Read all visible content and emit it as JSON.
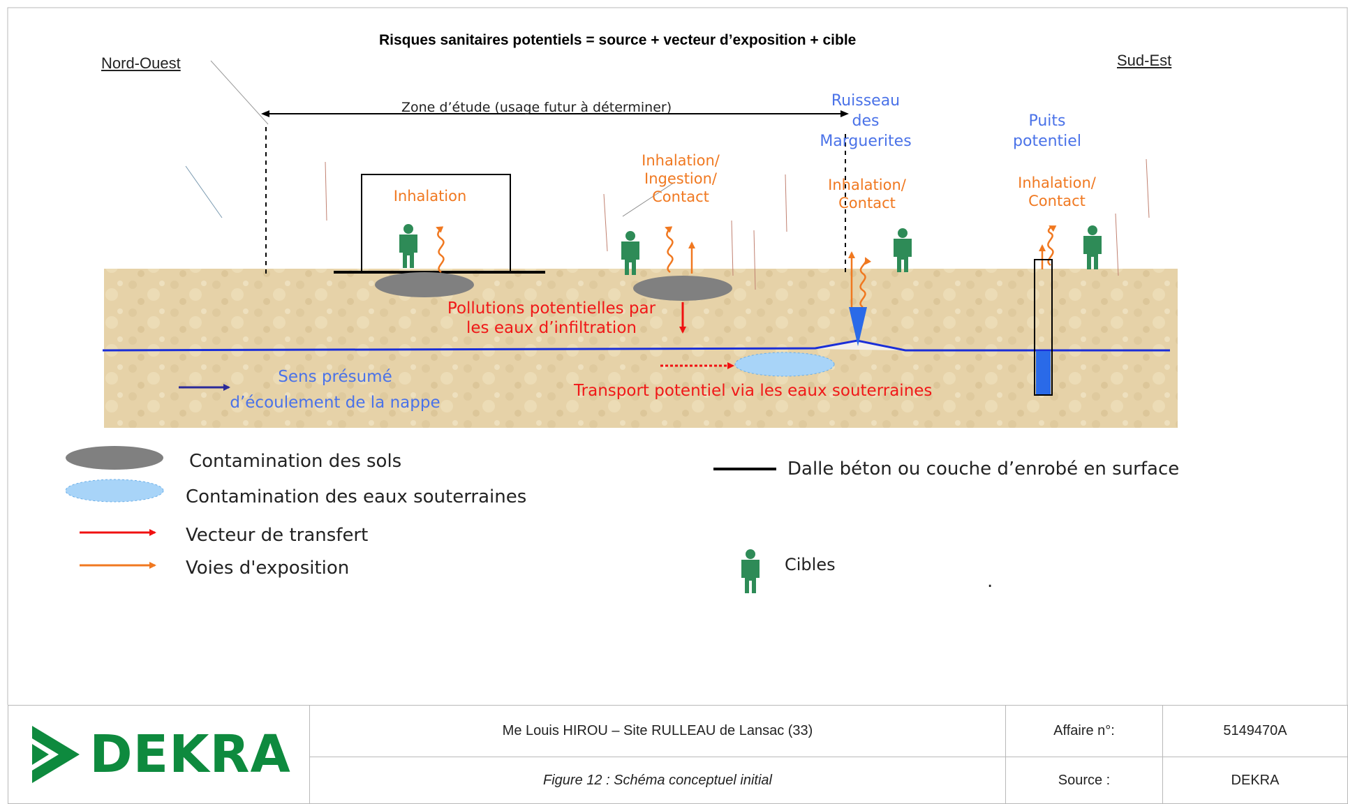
{
  "diagram": {
    "title": "Risques sanitaires potentiels = source + vecteur d’exposition + cible",
    "north_west": "Nord-Ouest",
    "south_east": "Sud-Est",
    "zone_label": "Zone d’étude (usage futur à déterminer)",
    "stream_label": [
      "Ruisseau",
      "des",
      "Marguerites"
    ],
    "well_label": [
      "Puits",
      "potentiel"
    ],
    "exposure_labels": {
      "building": [
        "Inhalation"
      ],
      "open_soil": [
        "Inhalation/",
        "Ingestion/",
        "Contact"
      ],
      "stream": [
        "Inhalation/",
        "Contact"
      ],
      "well": [
        "Inhalation/",
        "Contact"
      ]
    },
    "infiltration_label": [
      "Pollutions potentielles par",
      "les eaux d’infiltration"
    ],
    "groundwater_transport_label": "Transport potentiel via les eaux souterraines",
    "flow_direction_label": [
      "Sens présumé",
      "d’écoulement de la nappe"
    ],
    "legend": {
      "soil": "Contamination des sols",
      "groundwater": "Contamination des eaux souterraines",
      "transfer": "Vecteur de transfert",
      "exposure": "Voies d'exposition",
      "slab": "Dalle béton ou couche d’enrobé en surface",
      "targets": "Cibles",
      "dot": "."
    },
    "colors": {
      "soil_contamination": "#808080",
      "groundwater_contamination": "#a8d4f8",
      "transfer_arrow": "#f01010",
      "exposure_arrow": "#f07820",
      "target": "#2e8b57",
      "water_line": "#1a2ed8",
      "ground": "#e6d2a8"
    }
  },
  "footer": {
    "logo": "DEKRA",
    "project": "Me Louis HIROU –  Site RULLEAU de Lansac (33)",
    "figure": "Figure 12 : Schéma conceptuel initial",
    "affaire_label": "Affaire n°:",
    "affaire_value": "5149470A",
    "source_label": "Source :",
    "source_value": "DEKRA"
  }
}
